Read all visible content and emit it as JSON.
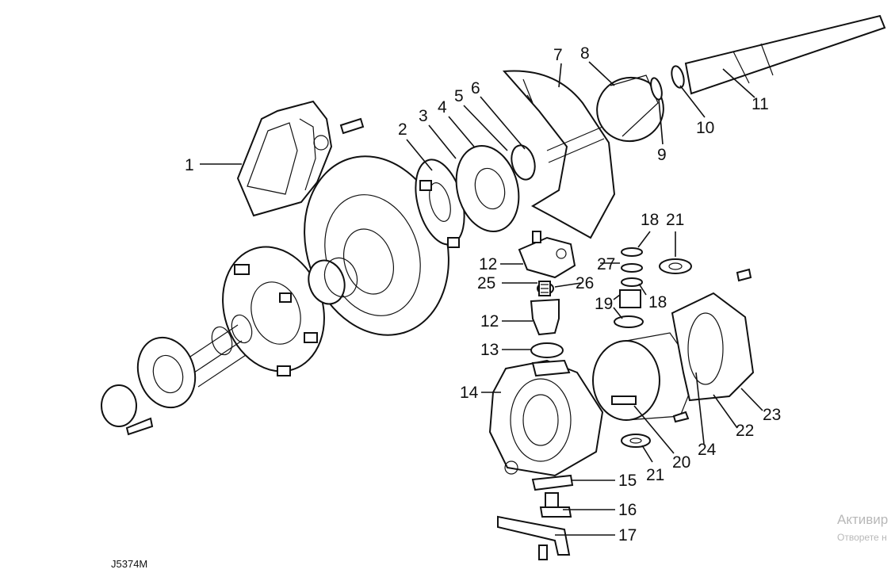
{
  "diagram": {
    "reference": "J5374M",
    "callouts": [
      "1",
      "2",
      "3",
      "4",
      "5",
      "6",
      "7",
      "8",
      "9",
      "10",
      "11",
      "12",
      "12",
      "13",
      "14",
      "15",
      "16",
      "17",
      "18",
      "18",
      "19",
      "20",
      "21",
      "21",
      "22",
      "23",
      "24",
      "25",
      "26",
      "27"
    ],
    "watermark": {
      "line1": "Активир",
      "line2": "Отворете н"
    }
  }
}
